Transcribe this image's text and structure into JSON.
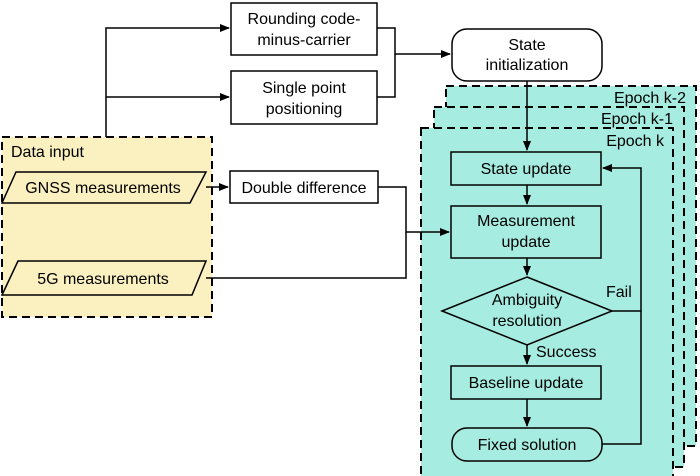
{
  "diagram": {
    "data_input": {
      "label": "Data input",
      "gnss": "GNSS measurements",
      "fiveg": "5G measurements"
    },
    "rounding": {
      "line1": "Rounding code-",
      "line2": "minus-carrier"
    },
    "spp": {
      "line1": "Single point",
      "line2": "positioning"
    },
    "double_difference": "Double difference",
    "state_init": {
      "line1": "State",
      "line2": "initialization"
    },
    "epochs": {
      "k2": "Epoch k-2",
      "k1": "Epoch k-1",
      "k": "Epoch k"
    },
    "state_update": "State update",
    "measurement_update": {
      "line1": "Measurement",
      "line2": "update"
    },
    "ambiguity": {
      "line1": "Ambiguity",
      "line2": "resolution"
    },
    "fail": "Fail",
    "success": "Success",
    "baseline_update": "Baseline update",
    "fixed_solution": "Fixed solution",
    "colors": {
      "data_input_fill": "#faf0c0",
      "epoch_fill": "#a6ece0",
      "box_fill": "#a6ece0",
      "stroke": "#000000"
    }
  }
}
